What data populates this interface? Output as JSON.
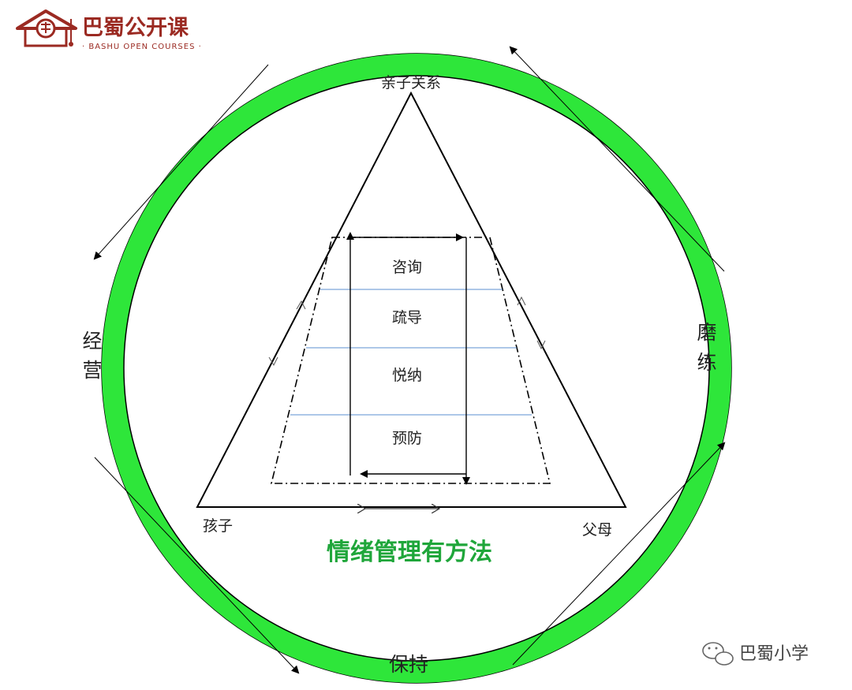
{
  "logo": {
    "name_cn": "巴蜀公开课",
    "name_en": "· BASHU OPEN COURSES ·",
    "color": "#9b2a22"
  },
  "ring": {
    "color": "#2ee63a",
    "labels": {
      "left": "经营",
      "right": "磨练",
      "bottom": "保持"
    }
  },
  "triangle": {
    "apex": "亲子关系",
    "bottom_left": "孩子",
    "bottom_right": "父母"
  },
  "layers": [
    "咨询",
    "疏导",
    "悦纳",
    "预防"
  ],
  "title": {
    "text": "情绪管理有方法",
    "color": "#1fa63a"
  },
  "watermark": {
    "text": "巴蜀小学",
    "icon": "wechat-icon"
  }
}
